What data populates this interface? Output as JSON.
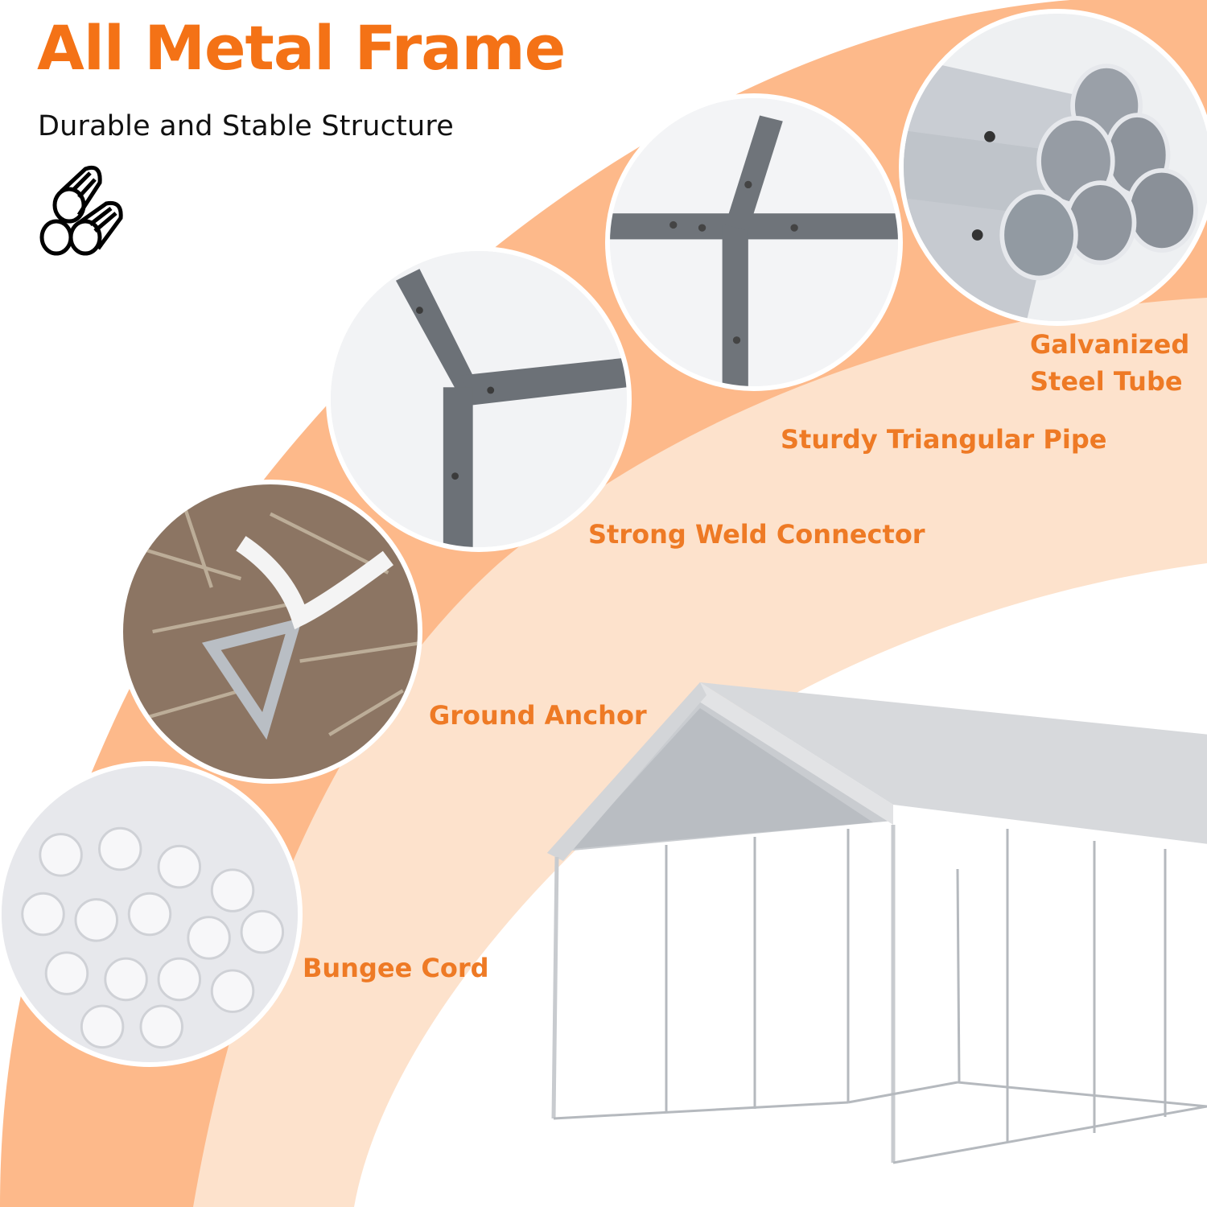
{
  "header": {
    "title": "All Metal Frame",
    "subtitle": "Durable and Stable Structure",
    "icon": "pipe-stack-icon"
  },
  "features": [
    {
      "label": "Galvanized",
      "label_line2": "Steel Tube",
      "photo": "galvanized-steel-tubes"
    },
    {
      "label": "Sturdy Triangular Pipe",
      "photo": "triangular-pipe-joint"
    },
    {
      "label": "Strong Weld Connector",
      "photo": "weld-connector"
    },
    {
      "label": "Ground Anchor",
      "photo": "ground-anchor-stake"
    },
    {
      "label": "Bungee Cord",
      "photo": "bungee-ball-cords"
    }
  ],
  "product_image": "carport-canopy",
  "colors": {
    "accent": "#F47216",
    "label": "#EE7A25",
    "band_outer": "#FDB98A",
    "band_inner": "#FDE2CC",
    "background": "#FFFFFF",
    "text": "#111111"
  }
}
